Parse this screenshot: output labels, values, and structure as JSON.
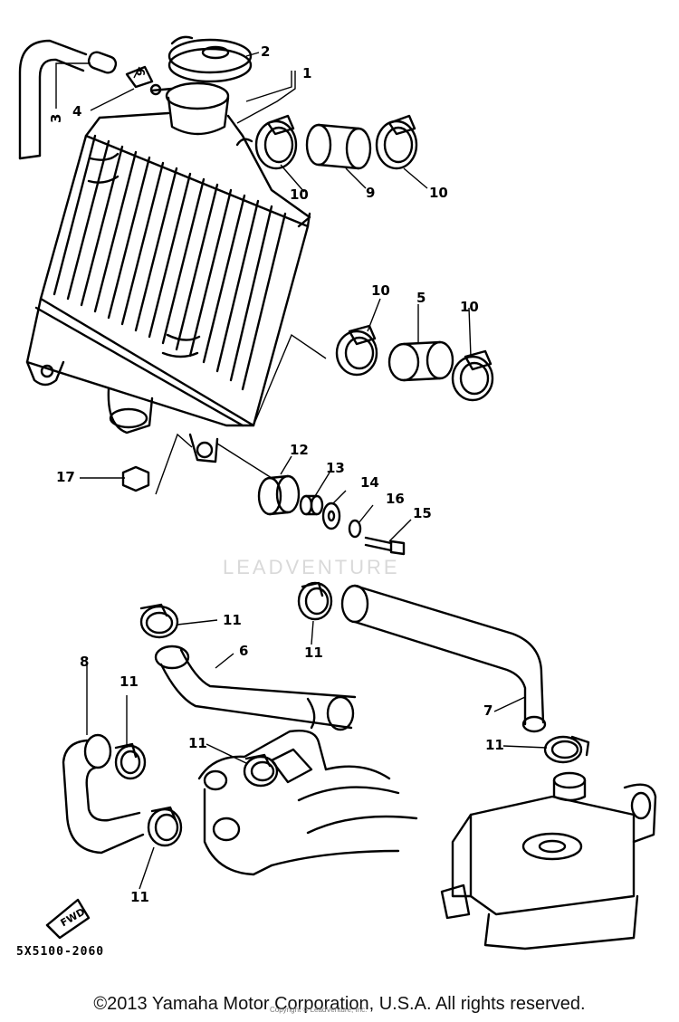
{
  "callouts": {
    "c1": "1",
    "c2": "2",
    "c3": "3",
    "c4": "4",
    "c5": "5",
    "c6": "6",
    "c7": "7",
    "c8": "8",
    "c9": "9",
    "c10a": "10",
    "c10b": "10",
    "c10c": "10",
    "c10d": "10",
    "c11a": "11",
    "c11b": "11",
    "c11c": "11",
    "c11d": "11",
    "c11e": "11",
    "c11f": "11",
    "c12": "12",
    "c13": "13",
    "c14": "14",
    "c15": "15",
    "c16": "16",
    "c17": "17"
  },
  "fwd_label": "FWD",
  "diagram_code": "5X5100-2060",
  "watermark": "LEADVENTURE",
  "small_credit": "Copyright © LeadVenture, Inc.",
  "copyright": "©2013 Yamaha Motor Corporation, U.S.A. All rights reserved."
}
